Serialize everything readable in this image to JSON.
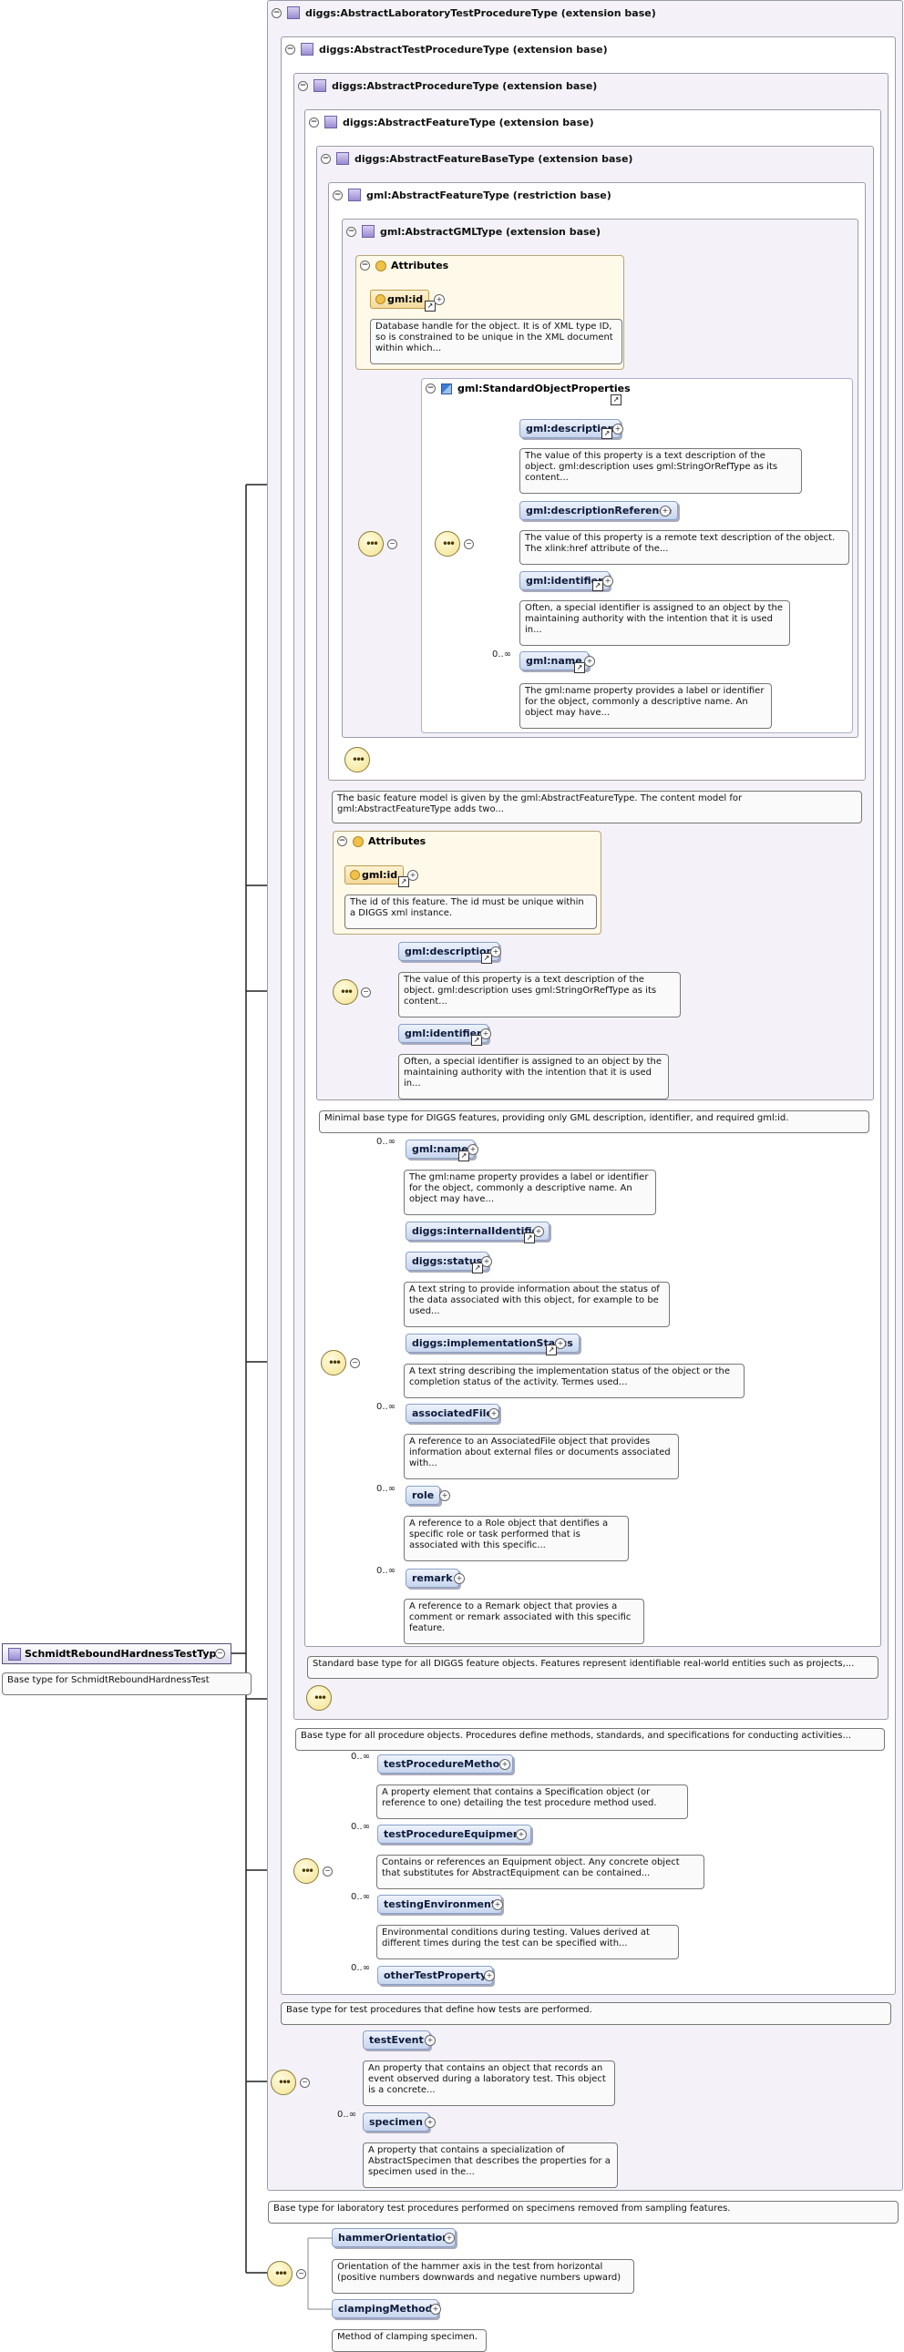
{
  "root": {
    "name": "SchmidtReboundHardnessTestType",
    "doc": "Base type for SchmidtReboundHardnessTest"
  },
  "bases": {
    "lab": {
      "title": "diggs:AbstractLaboratoryTestProcedureType (extension base)",
      "doc": "Base type for laboratory test procedures performed on specimens removed from sampling features."
    },
    "test": {
      "title": "diggs:AbstractTestProcedureType (extension base)",
      "doc": "Base type for test procedures that define how tests are performed."
    },
    "proc": {
      "title": "diggs:AbstractProcedureType (extension base)",
      "doc": "Base type for all procedure objects. Procedures define methods, standards, and specifications for conducting activities..."
    },
    "feature": {
      "title": "diggs:AbstractFeatureType (extension base)",
      "doc": "Standard base type for all DIGGS feature objects. Features represent identifiable real-world entities such as projects,..."
    },
    "featureBase": {
      "title": "diggs:AbstractFeatureBaseType (extension base)",
      "doc": "Minimal base type for DIGGS features, providing only GML description, identifier, and required gml:id."
    },
    "gmlFeature": {
      "title": "gml:AbstractFeatureType (restriction base)",
      "doc": "The basic feature model is given by the gml:AbstractFeatureType. The content model for gml:AbstractFeatureType adds two..."
    },
    "gmlType": {
      "title": "gml:AbstractGMLType (extension base)"
    }
  },
  "attributes": {
    "label": "Attributes",
    "gmlId1": {
      "name": "gml:id",
      "doc": "Database handle for the object. It is of XML type ID, so is constrained to be unique in the XML document within which..."
    },
    "gmlId2": {
      "name": "gml:id",
      "doc": "The id of this feature. The id must be unique within a DIGGS xml instance."
    }
  },
  "sop": {
    "title": "gml:StandardObjectProperties",
    "items": [
      {
        "name": "gml:description",
        "doc": "The value of this property is a text description of the object. gml:description uses gml:StringOrRefType as its content..."
      },
      {
        "name": "gml:descriptionReference",
        "doc": "The value of this property is a remote text description of the object. The xlink:href attribute of the..."
      },
      {
        "name": "gml:identifier",
        "doc": "Often, a special identifier is assigned to an object by the maintaining authority with the intention that it is used in..."
      },
      {
        "name": "gml:name",
        "card": "0..∞",
        "doc": "The gml:name property provides a label or identifier for the object, commonly a descriptive name. An object may have..."
      }
    ]
  },
  "featureBaseSeq": [
    {
      "name": "gml:description",
      "doc": "The value of this property is a text description of the object. gml:description uses gml:StringOrRefType as its content..."
    },
    {
      "name": "gml:identifier",
      "doc": "Often, a special identifier is assigned to an object by the maintaining authority with the intention that it is used in..."
    }
  ],
  "featureSeq": [
    {
      "name": "gml:name",
      "card": "0..∞",
      "doc": "The gml:name property provides a label or identifier for the object, commonly a descriptive name. An object may have..."
    },
    {
      "name": "diggs:internalIdentifier",
      "card": "",
      "doc": ""
    },
    {
      "name": "diggs:status",
      "card": "",
      "doc": "A text string to provide information about the status of the data associated with this object, for example to be used..."
    },
    {
      "name": "diggs:implementationStatus",
      "card": "",
      "doc": "A text string describing the implementation status of the object or the completion status of the activity. Termes used..."
    },
    {
      "name": "associatedFile",
      "card": "0..∞",
      "doc": "A reference to an AssociatedFile object that provides information about external files or documents associated with..."
    },
    {
      "name": "role",
      "card": "0..∞",
      "doc": "A reference to a Role object that dentifies a specific role or task performed that is associated with this specific..."
    },
    {
      "name": "remark",
      "card": "0..∞",
      "doc": "A reference to a Remark object that provies a comment or remark associated with this specific feature."
    }
  ],
  "testSeq": [
    {
      "name": "testProcedureMethod",
      "card": "0..∞",
      "doc": "A property element that contains a Specification object (or reference to one) detailing the test procedure method used."
    },
    {
      "name": "testProcedureEquipment",
      "card": "0..∞",
      "doc": "Contains or references an Equipment object. Any concrete object that substitutes for AbstractEquipment can be contained..."
    },
    {
      "name": "testingEnvironment",
      "card": "0..∞",
      "doc": "Environmental conditions during testing. Values derived at different times during the test can be specified with..."
    },
    {
      "name": "otherTestProperty",
      "card": "0..∞",
      "doc": ""
    }
  ],
  "labSeq": [
    {
      "name": "testEvent",
      "card": "",
      "doc": "An property that contains an object that records an event observed during a laboratory test. This object is a concrete..."
    },
    {
      "name": "specimen",
      "card": "0..∞",
      "doc": "A property that contains a specialization of AbstractSpecimen that describes the properties for a specimen used in the..."
    }
  ],
  "rootSeq": [
    {
      "name": "hammerOrientation",
      "card": "",
      "doc": "Orientation of the hammer axis in the test from horizontal (positive numbers downwards and negative numbers upward)"
    },
    {
      "name": "clampingMethod",
      "card": "",
      "doc": "Method of clamping specimen."
    }
  ]
}
